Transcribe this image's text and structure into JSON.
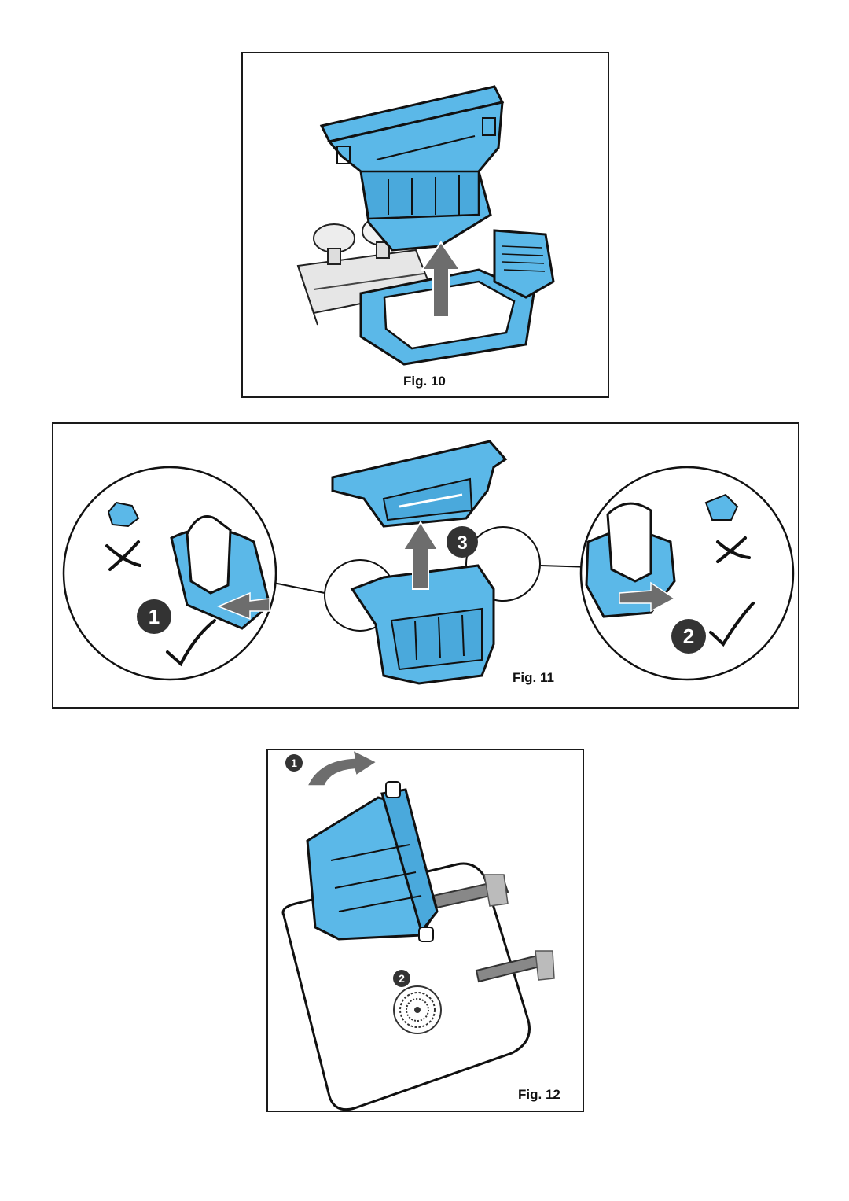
{
  "figures": [
    {
      "caption": "Fig. 10"
    },
    {
      "caption": "Fig. 11"
    },
    {
      "caption": "Fig. 12"
    }
  ],
  "step_markers": {
    "fig11": [
      "1",
      "2",
      "3"
    ],
    "fig12": [
      "1",
      "2"
    ]
  },
  "colors": {
    "part_blue": "#5bb8e8",
    "part_blue_dark": "#2e8fc4",
    "outline": "#111111",
    "arrow_gray": "#6d6d6d",
    "panel_border": "#1a1a1a"
  },
  "icons": [
    "arrow-up-icon",
    "check-mark-icon",
    "cross-mark-icon",
    "curved-arrow-icon",
    "drain-icon"
  ]
}
